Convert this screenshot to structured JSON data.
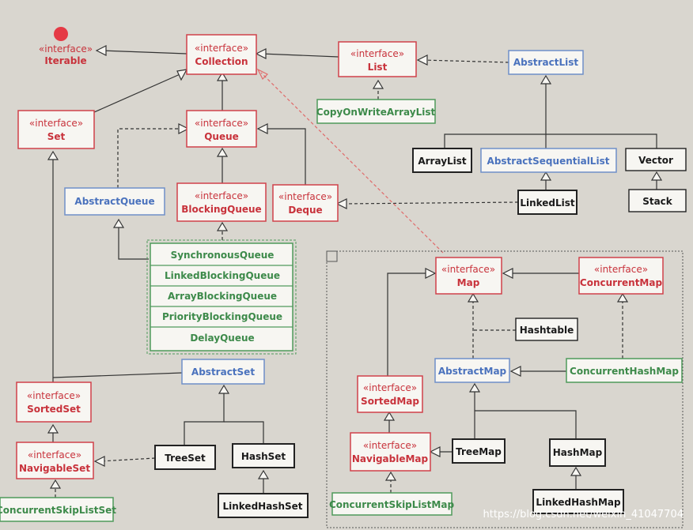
{
  "stereotype": "«interface»",
  "colors": {
    "interface": "#d0414a",
    "abstract": "#6f8fc9",
    "concrete": "#222222",
    "concurrent": "#4f9a5b"
  },
  "nodes": {
    "iterable": "Iterable",
    "collection": "Collection",
    "list": "List",
    "abstract_list": "AbstractList",
    "copy_on_write_array_list": "CopyOnWriteArrayList",
    "set": "Set",
    "queue": "Queue",
    "array_list": "ArrayList",
    "abstract_sequential_list": "AbstractSequentialList",
    "vector": "Vector",
    "abstract_queue": "AbstractQueue",
    "blocking_queue": "BlockingQueue",
    "deque": "Deque",
    "linked_list": "LinkedList",
    "stack": "Stack",
    "synchronous_queue": "SynchronousQueue",
    "linked_blocking_queue": "LinkedBlockingQueue",
    "array_blocking_queue": "ArrayBlockingQueue",
    "priority_blocking_queue": "PriorityBlockingQueue",
    "delay_queue": "DelayQueue",
    "map": "Map",
    "concurrent_map": "ConcurrentMap",
    "hashtable": "Hashtable",
    "abstract_map": "AbstractMap",
    "concurrent_hash_map": "ConcurrentHashMap",
    "abstract_set": "AbstractSet",
    "sorted_set": "SortedSet",
    "sorted_map": "SortedMap",
    "navigable_set": "NavigableSet",
    "tree_set": "TreeSet",
    "hash_set": "HashSet",
    "navigable_map": "NavigableMap",
    "tree_map": "TreeMap",
    "hash_map": "HashMap",
    "concurrent_skip_list_set": "ConcurrentSkipListSet",
    "linked_hash_set": "LinkedHashSet",
    "concurrent_skip_list_map": "ConcurrentSkipListMap",
    "linked_hash_map": "LinkedHashMap"
  },
  "watermark": "https://blog.csdn.net/weixin_41047704"
}
